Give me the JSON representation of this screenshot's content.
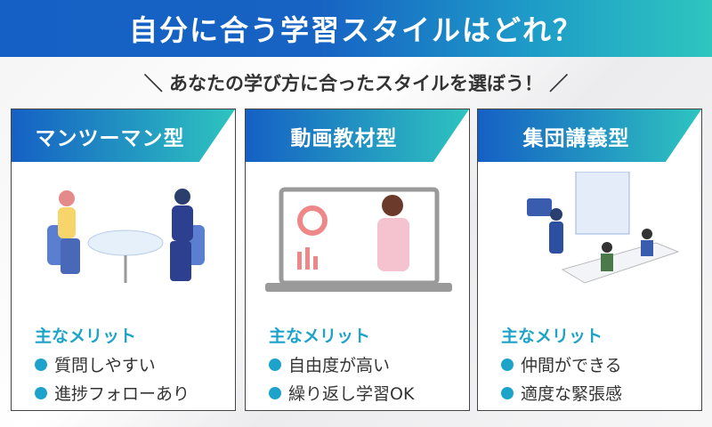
{
  "title": "自分に合う学習スタイルはどれ？",
  "subtitle": "＼ あなたの学び方に合ったスタイルを選ぼう！ ／",
  "colors": {
    "brand_blue": "#1560c4",
    "brand_teal": "#2ec4c0",
    "accent": "#1da3c9"
  },
  "cards": [
    {
      "title": "マンツーマン型",
      "merit_title": "主なメリット",
      "merits": [
        "質問しやすい",
        "進捗フォローあり"
      ]
    },
    {
      "title": "動画教材型",
      "merit_title": "主なメリット",
      "merits": [
        "自由度が高い",
        "繰り返し学習OK"
      ]
    },
    {
      "title": "集団講義型",
      "merit_title": "主なメリット",
      "merits": [
        "仲間ができる",
        "適度な緊張感"
      ]
    }
  ]
}
